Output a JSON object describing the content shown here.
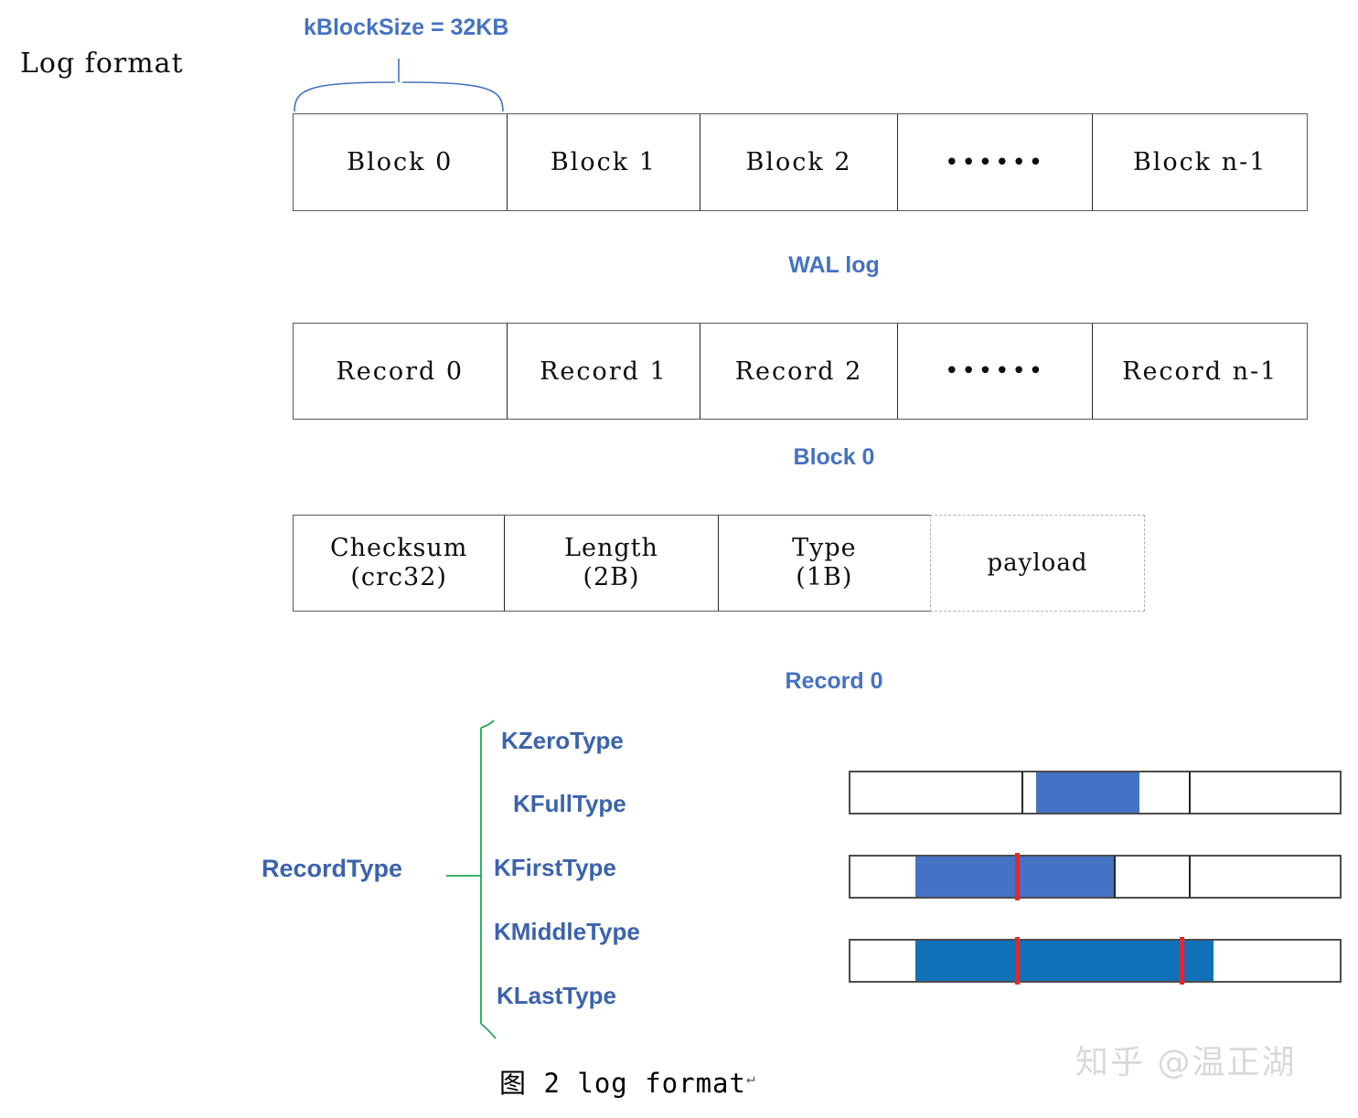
{
  "page": {
    "title": "Log format",
    "caption": "图 2 log format",
    "caption_mark": "↵",
    "watermark": "知乎 @温正湖",
    "colors": {
      "accent_blue": "#4472C4",
      "tree_blue": "#3B63AD",
      "brace_blue": "#4472C4",
      "tree_green": "#21A65A",
      "segment_blue_light": "#4472C4",
      "segment_blue_dark": "#1070B8",
      "marker_red": "#E8262A",
      "box_border": "#4D4D4D",
      "dashed_border": "#B0B0B0",
      "watermark_gray": "#D9D9D9"
    }
  },
  "block_size_note": "kBlockSize = 32KB",
  "rows": [
    {
      "name": "wal-log",
      "caption": "WAL log",
      "cells": [
        "Block 0",
        "Block 1",
        "Block 2",
        "••••••",
        "Block n-1"
      ]
    },
    {
      "name": "block-0",
      "caption": "Block 0",
      "cells": [
        "Record 0",
        "Record 1",
        "Record 2",
        "••••••",
        "Record n-1"
      ]
    }
  ],
  "record_row": {
    "name": "record-0",
    "caption": "Record 0",
    "fields": [
      {
        "line1": "Checksum",
        "line2": "(crc32)"
      },
      {
        "line1": "Length",
        "line2": "(2B)"
      },
      {
        "line1": "Type",
        "line2": "(1B)"
      }
    ],
    "payload": "payload"
  },
  "record_type": {
    "label": "RecordType",
    "items": [
      "KZeroType",
      "KFullType",
      "KFirstType",
      "KMiddleType",
      "KLastType"
    ]
  },
  "bars": [
    {
      "name": "full-type-bar",
      "dividers_pct": [
        35.0,
        69.0
      ],
      "segments": [
        {
          "start_pct": 38.0,
          "end_pct": 59.0,
          "color": "#4472C4"
        }
      ],
      "markers_pct": []
    },
    {
      "name": "first-last-type-bar",
      "dividers_pct": [
        53.8,
        69.0
      ],
      "segments": [
        {
          "start_pct": 13.5,
          "end_pct": 53.8,
          "color": "#4472C4"
        }
      ],
      "markers_pct": [
        33.8
      ]
    },
    {
      "name": "first-middle-last-type-bar",
      "dividers_pct": [],
      "segments": [
        {
          "start_pct": 13.5,
          "end_pct": 74.0,
          "color": "#1070B8"
        }
      ],
      "markers_pct": [
        33.8,
        67.2
      ]
    }
  ]
}
